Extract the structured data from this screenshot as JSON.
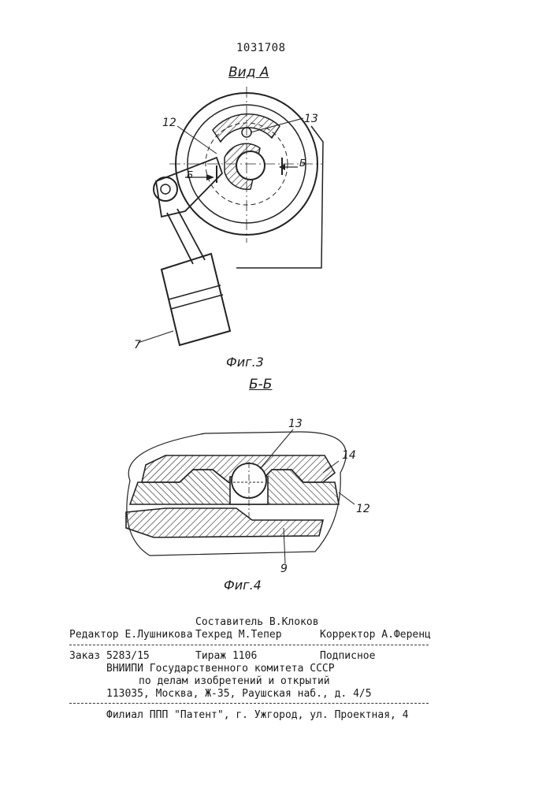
{
  "document": {
    "patent_number": "1031708"
  },
  "figure3": {
    "view_title": "Вид А",
    "caption": "Фиг.3",
    "labels": {
      "part_12": "12",
      "part_13": "13",
      "part_7": "7",
      "section_left": "Б",
      "section_right": "Б"
    }
  },
  "figure4": {
    "section_title": "Б-Б",
    "caption": "Фиг.4",
    "labels": {
      "part_13": "13",
      "part_14": "14",
      "part_12": "12",
      "part_9": "9"
    }
  },
  "colophon": {
    "compiler": "Составитель В.Клоков",
    "editor": "Редактор Е.Лушникова",
    "techred": "Техред М.Тепер",
    "corrector": "Корректор А.Ференц",
    "order": "Заказ 5283/15",
    "circulation": "Тираж 1106",
    "subscription": "Подписное",
    "org_line1": "ВНИИПИ Государственного комитета СССР",
    "org_line2": "по делам изобретений и открытий",
    "org_address": "113035, Москва, Ж-35, Раушская наб., д. 4/5",
    "branch": "Филиал ППП \"Патент\", г. Ужгород, ул. Проектная, 4"
  }
}
